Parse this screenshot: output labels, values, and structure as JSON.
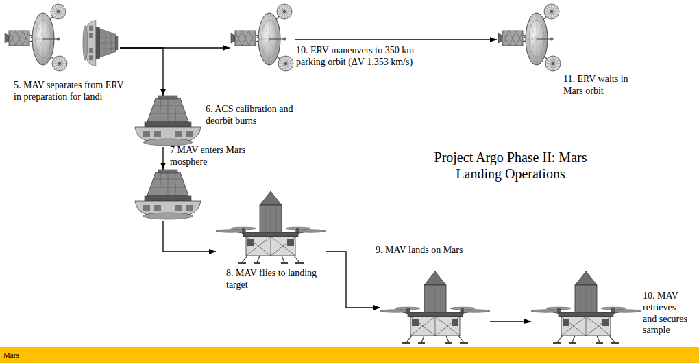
{
  "diagram": {
    "title": "Project Argo Phase II: Mars Landing Operations",
    "nodes": [
      {
        "text": [
          "5. MAV separates from ERV in preparation for landi"
        ]
      },
      {
        "text": [
          "10. ERV maneuvers to 350 km parking orbit (ΔV 1.353 km/s)"
        ]
      },
      {
        "text": [
          "11. ERV waits in Mars orbit"
        ]
      },
      {
        "text": [
          "6. ACS calibration and deorbit burns"
        ]
      },
      {
        "text": [
          "7 MAV enters Mars mosphere"
        ]
      },
      {
        "text": [
          "8. MAV flies to landing target"
        ]
      },
      {
        "text": [
          "9. MAV lands on Mars"
        ]
      },
      {
        "text": [
          "10. MAV retrieves and secures sample"
        ]
      },
      {
        "text": [
          "Mars"
        ]
      }
    ],
    "edges": [
      {
        "from": 0,
        "to": 1,
        "arrow": "to"
      },
      {
        "from": 1,
        "to": 2,
        "arrow": "to"
      },
      {
        "from": 0,
        "to": 3,
        "arrow": "to"
      },
      {
        "from": 3,
        "to": 4,
        "arrow": "to"
      },
      {
        "from": 4,
        "to": 5,
        "arrow": "to"
      },
      {
        "from": 5,
        "to": 6,
        "arrow": "to"
      },
      {
        "from": 6,
        "to": 7,
        "arrow": "to"
      }
    ]
  }
}
